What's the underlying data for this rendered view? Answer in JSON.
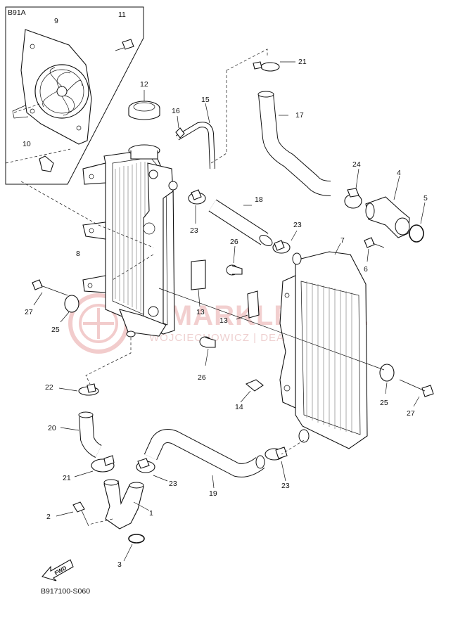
{
  "inset_box_title": "B91A",
  "diagram_code": "B917100-S060",
  "fwd_label": "FWD",
  "watermark": {
    "brand": "AMARKLEIN.PL",
    "subtitle": "WOJCIECHOWICZ | DEALER YAMAHA"
  },
  "callouts": [
    "1",
    "2",
    "3",
    "4",
    "5",
    "6",
    "7",
    "8",
    "9",
    "10",
    "11",
    "12",
    "13",
    "13",
    "14",
    "15",
    "16",
    "17",
    "18",
    "19",
    "20",
    "21",
    "21",
    "22",
    "23",
    "23",
    "23",
    "23",
    "24",
    "25",
    "25",
    "26",
    "26",
    "27",
    "27"
  ]
}
